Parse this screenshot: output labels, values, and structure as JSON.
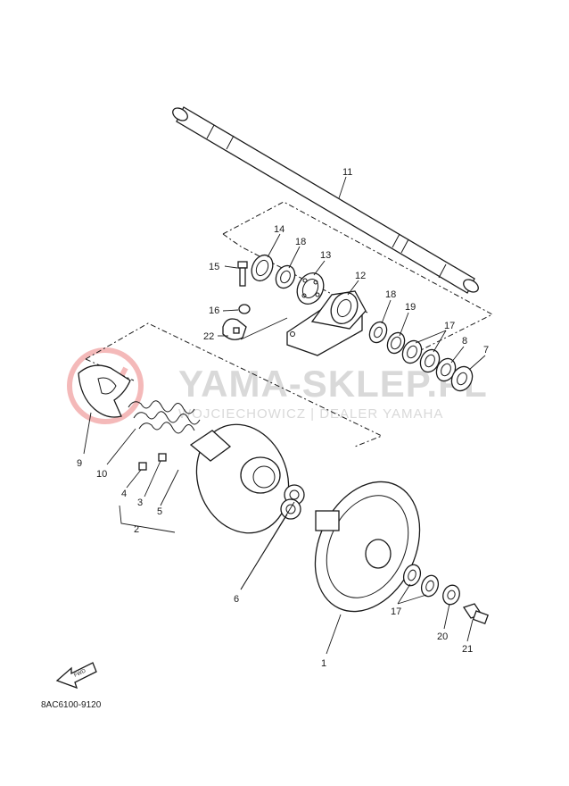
{
  "watermark": {
    "title": "YAMA-SKLEP.PL",
    "subtitle": "WOJCIECHOWICZ | DEALER YAMAHA",
    "logo_color": "#e23a3a"
  },
  "diagram_code": "8AC6100-9120",
  "fwd_label": "FWD",
  "callouts": {
    "c1": "1",
    "c2": "2",
    "c3": "3",
    "c4": "4",
    "c5": "5",
    "c6": "6",
    "c7": "7",
    "c8": "8",
    "c9": "9",
    "c10": "10",
    "c11": "11",
    "c12": "12",
    "c13": "13",
    "c14": "14",
    "c15": "15",
    "c16": "16",
    "c17a": "17",
    "c17b": "17",
    "c18a": "18",
    "c18b": "18",
    "c19": "19",
    "c20": "20",
    "c21": "21",
    "c22": "22"
  }
}
